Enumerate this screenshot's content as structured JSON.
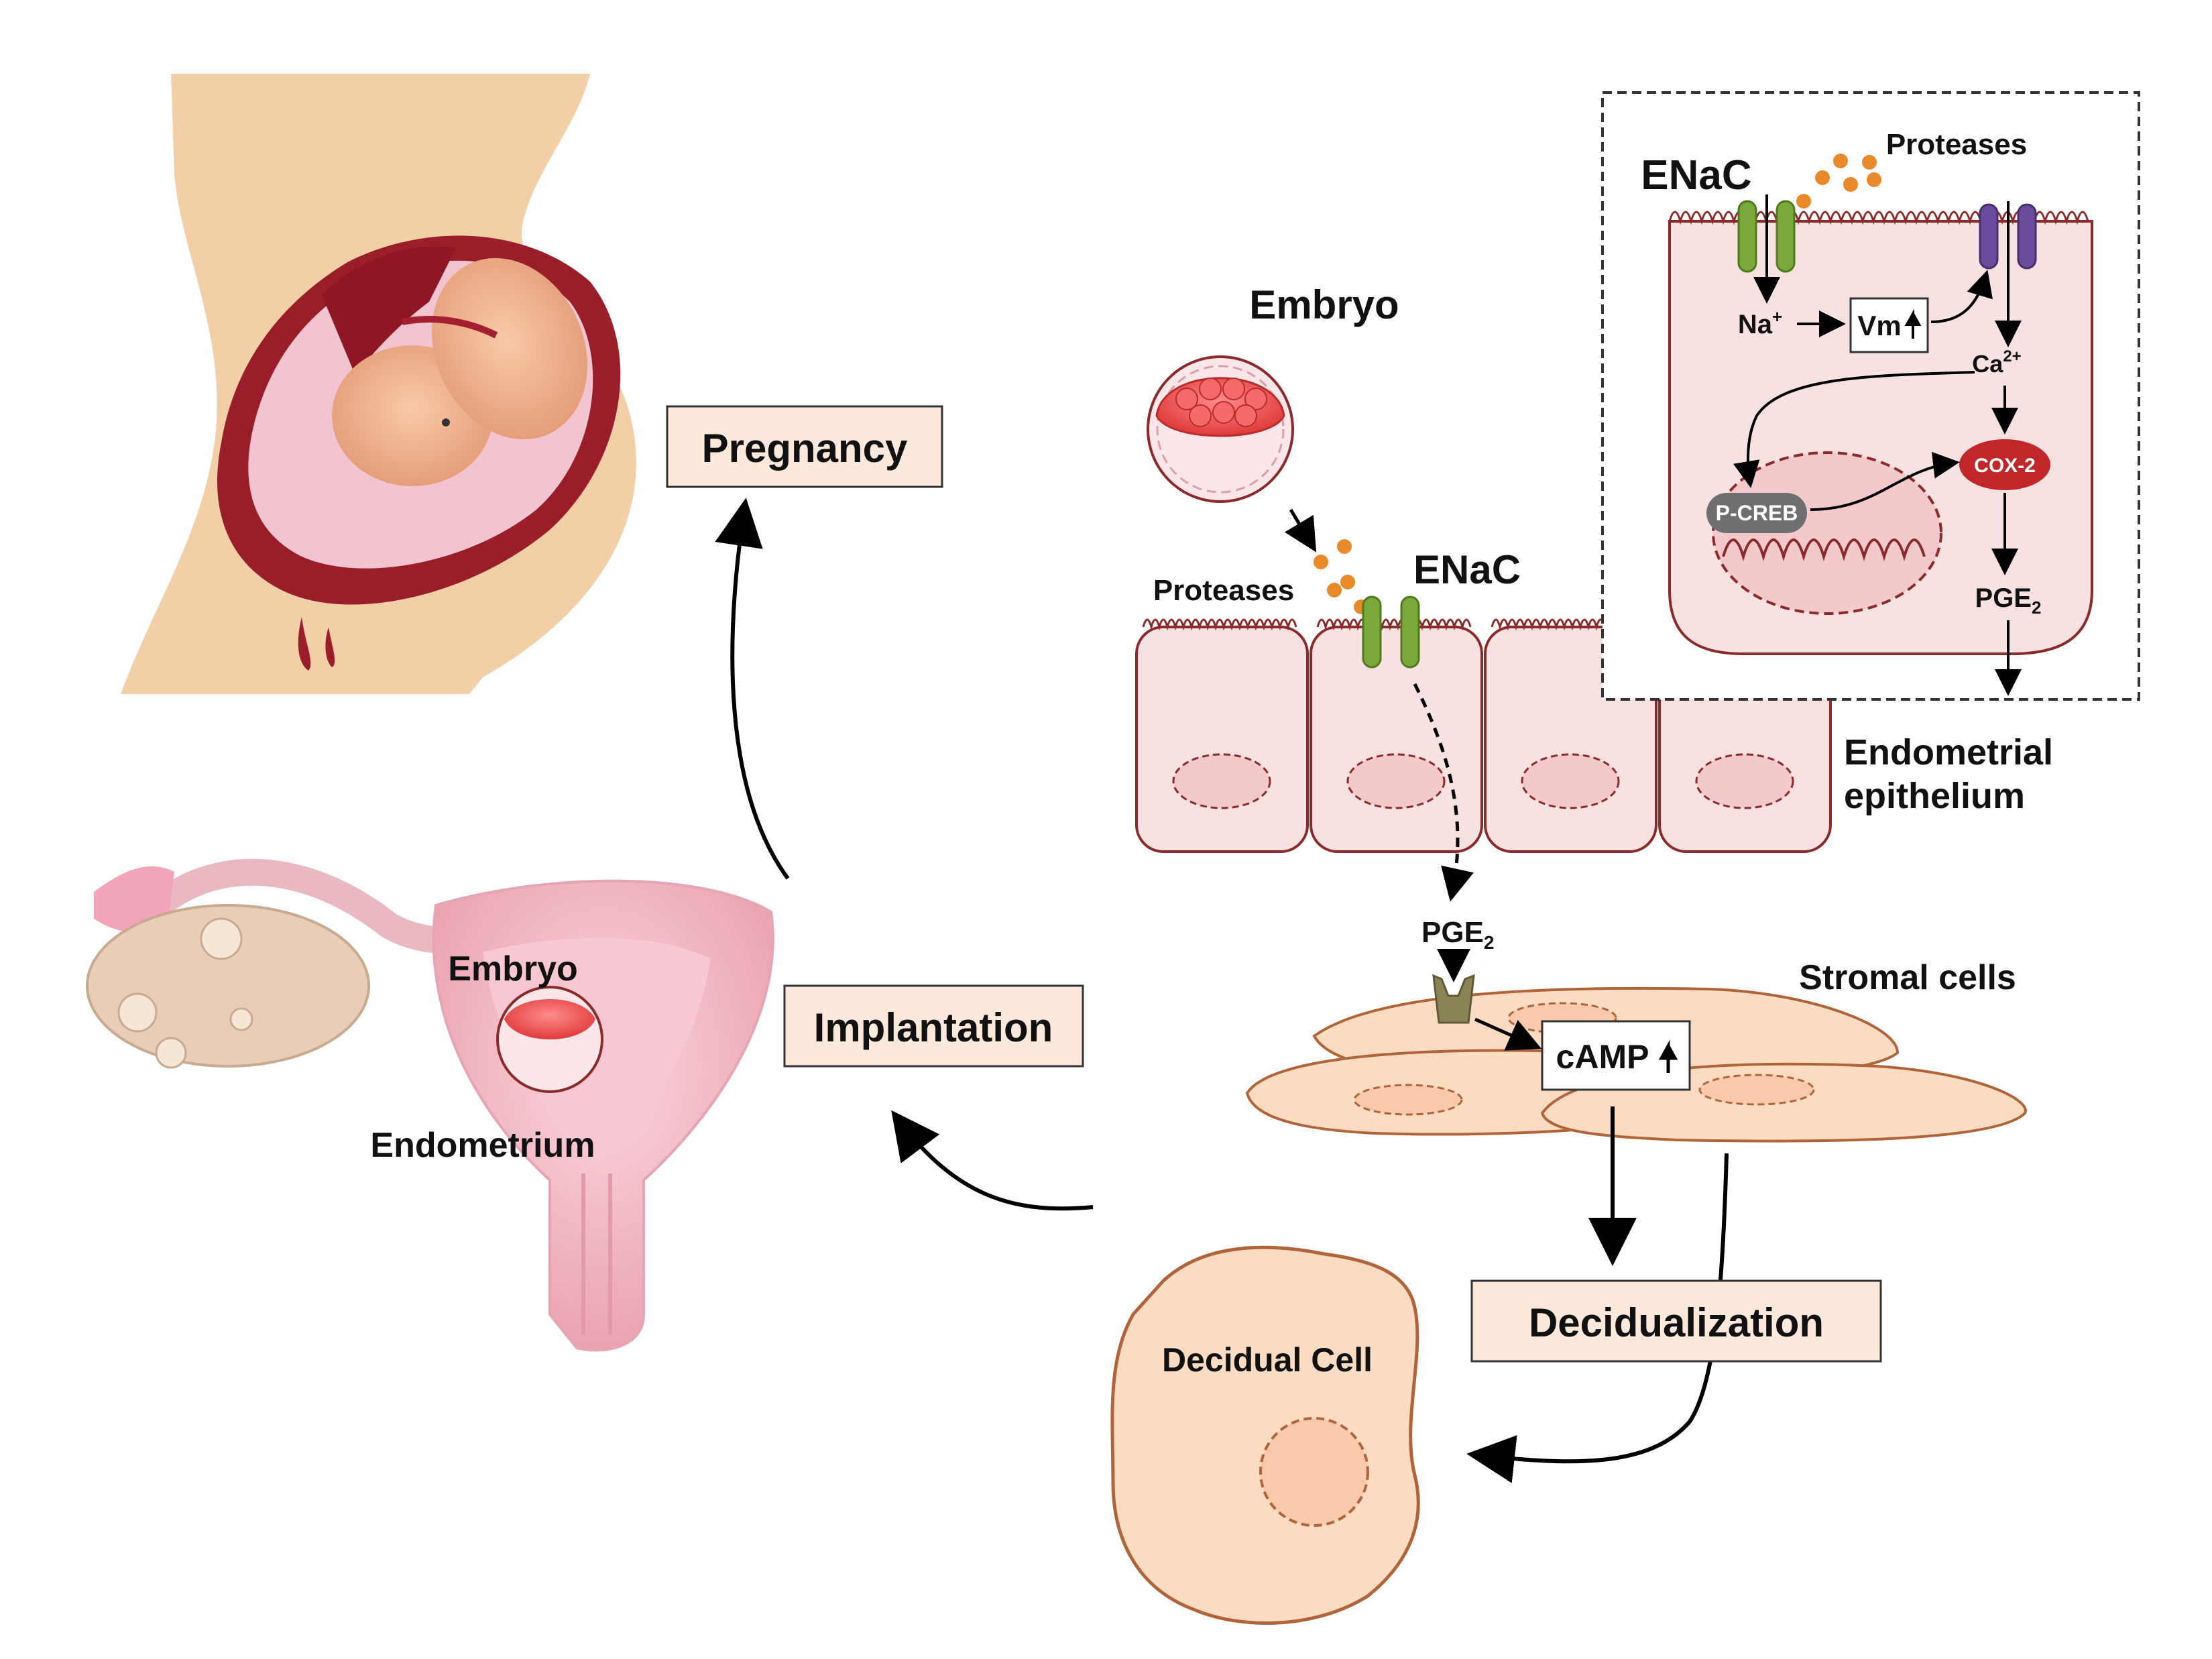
{
  "labels": {
    "pregnancy": "Pregnancy",
    "implantation": "Implantation",
    "decidualization": "Decidualization",
    "embryo_top": "Embryo",
    "embryo_uterus": "Embryo",
    "endometrium": "Endometrium",
    "proteases_main": "Proteases",
    "enac_main": "ENaC",
    "endometrial_epithelium_line1": "Endometrial",
    "endometrial_epithelium_line2": "epithelium",
    "pge2_main": "PGE",
    "pge2_main_sub": "2",
    "stromal_cells": "Stromal cells",
    "camp": "cAMP",
    "decidual_cell": "Decidual Cell"
  },
  "inset": {
    "enac": "ENaC",
    "proteases": "Proteases",
    "na": "Na",
    "na_sup": "+",
    "vm": "Vm",
    "ca": "Ca",
    "ca_sup": "2+",
    "cox2": "COX-2",
    "pcreb": "P-CREB",
    "pge2": "PGE",
    "pge2_sub": "2"
  },
  "colors": {
    "cell_fill": "#f7e1e1",
    "cell_stroke": "#8b2a2a",
    "stroma_fill": "#fbdcc2",
    "stroma_stroke": "#b0643a",
    "label_box_fill": "#fde9dc",
    "enac_green": "#7aa83a",
    "purple_channel": "#6a4a9a",
    "protease_orange": "#e8892a",
    "cox2_red": "#c0262a",
    "pcreb_gray": "#6f6f6f",
    "receptor_olive": "#8a8456",
    "skin": "#f3cfa8",
    "uterus_wall": "#9a1d2a"
  }
}
